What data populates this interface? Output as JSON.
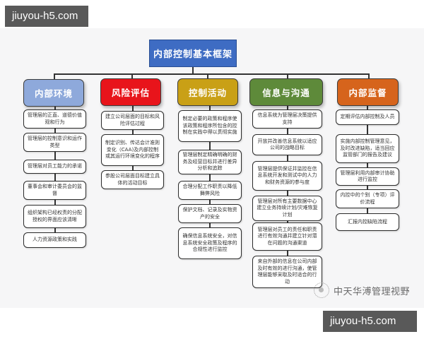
{
  "watermarks": {
    "top": "jiuyou-h5.com",
    "bottom": "jiuyou-h5.com"
  },
  "diagram": {
    "title": "内部控制基本框架",
    "title_color": "#3e6cc3",
    "columns": [
      {
        "label": "内部环境",
        "color": "#8ea9db",
        "text_color": "#ffffff",
        "items": [
          "管理层的正直、道德价值观和行为",
          "管理层的控制意识和运作类型",
          "管理层对员工能力的承诺",
          "董事会和审计委员会的监督",
          "组织架构已经权责的分配授权的界面应该清晰",
          "人力资源政策和实践"
        ]
      },
      {
        "label": "风险评估",
        "color": "#e8141b",
        "text_color": "#ffffff",
        "items": [
          "建立公司层面的目标和风险评估过程",
          "制定识别、传达会计准则变化（CAA)及内部控制或其运行环境变化的程序",
          "参股公司层面目标建立具体的活动目标"
        ]
      },
      {
        "label": "控制活动",
        "color": "#c9a016",
        "text_color": "#ffffff",
        "items": [
          "制定必要的政策和程序使该政策和程序所包含的控制在实践中得以贯彻实施",
          "管理层制定精确明确的财务及经营目标并进行差异分析和追踪",
          "合理分配工作职责以降低舞弊风险",
          "保护文档、记录及实物资产的安全",
          "确保信息系统安全，对信息系统安全政策及程序的合规性进行监控"
        ]
      },
      {
        "label": "信息与沟通",
        "color": "#5e8a3a",
        "text_color": "#ffffff",
        "items": [
          "信息系统为管理层决策提供支持",
          "开放并改善信息系统以适应公司的战略目标",
          "管理层提供保证并监控在信息系统开发和测试中的人力和财务资源的参与度",
          "管理层对所有主要数据中心建立业务持续计划/灾难恢复计划",
          "管理层对员工的责任和职责进行有效沟通并建立针对潜在问题的沟通渠道",
          "来自外部的信息在公司内部及时有效的进行沟通，使管理层能够采取及时适合的行动"
        ]
      },
      {
        "label": "内部监督",
        "color": "#d6641c",
        "text_color": "#ffffff",
        "items": [
          "定期评估内部控制及人员",
          "实施内部控制管理意见，及时改进缺陷，适当回应监管部门的报告及建议",
          "管理层利用内部审计协助进行监控",
          "内控中的个别（专项）评价流程",
          "汇报内控缺陷流程"
        ]
      }
    ]
  },
  "footer": {
    "brand": "中天华溥管理视野"
  }
}
